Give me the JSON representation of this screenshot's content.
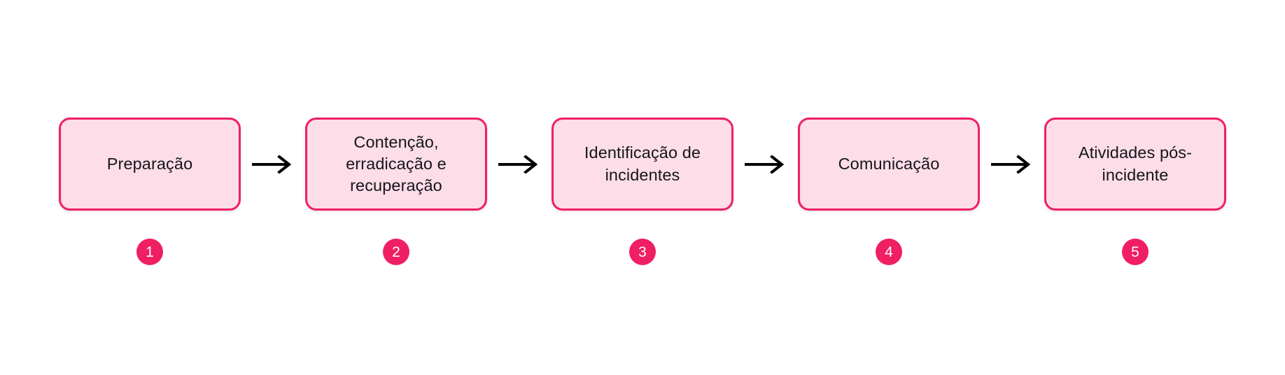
{
  "diagram": {
    "type": "process-flow",
    "orientation": "horizontal",
    "title": "",
    "colors": {
      "box_fill": "#FCDDE8",
      "box_border": "#F01F63",
      "badge_fill": "#F01F63",
      "badge_text": "#FFFFFF",
      "arrow": "#000000",
      "text": "#15161A",
      "background": "#FFFFFF"
    },
    "steps": [
      {
        "number": "1",
        "label": "Preparação"
      },
      {
        "number": "2",
        "label": "Contenção,\nerradicação e\nrecuperação"
      },
      {
        "number": "3",
        "label": "Identificação de\nincidentes"
      },
      {
        "number": "4",
        "label": "Comunicação"
      },
      {
        "number": "5",
        "label": "Atividades pós-\nincidente"
      }
    ],
    "connectors": [
      {
        "name": "arrow-1-to-2",
        "glyph": "arrow-right-icon"
      },
      {
        "name": "arrow-2-to-3",
        "glyph": "arrow-right-icon"
      },
      {
        "name": "arrow-3-to-4",
        "glyph": "arrow-right-icon"
      },
      {
        "name": "arrow-4-to-5",
        "glyph": "arrow-right-icon"
      }
    ]
  }
}
